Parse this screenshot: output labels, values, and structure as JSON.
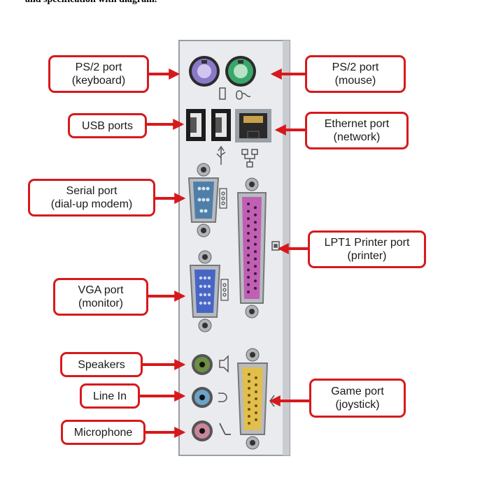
{
  "caption": "and specification with diagram.",
  "colors": {
    "callout_border": "#d7191c",
    "arrow": "#d7191c",
    "panel": "#e9ebee",
    "ps2_keyboard": "#8b78c8",
    "ps2_mouse": "#3aa76a",
    "serial": "#4f7fa8",
    "parallel": "#c15fb4",
    "vga": "#4766c4",
    "game": "#e2be4c",
    "jack_speakers": "#6d8f43",
    "jack_line_in": "#6aa4c8",
    "jack_mic": "#c9859a"
  },
  "callouts": {
    "ps2_keyboard": {
      "line1": "PS/2 port",
      "line2": "(keyboard)"
    },
    "ps2_mouse": {
      "line1": "PS/2 port",
      "line2": "(mouse)"
    },
    "usb": {
      "line1": "USB ports"
    },
    "ethernet": {
      "line1": "Ethernet port",
      "line2": "(network)"
    },
    "serial": {
      "line1": "Serial port",
      "line2": "(dial-up modem)"
    },
    "lpt1": {
      "line1": "LPT1 Printer port",
      "line2": "(printer)"
    },
    "vga": {
      "line1": "VGA port",
      "line2": "(monitor)"
    },
    "speakers": {
      "line1": "Speakers"
    },
    "line_in": {
      "line1": "Line In"
    },
    "microphone": {
      "line1": "Microphone"
    },
    "game_port": {
      "line1": "Game port",
      "line2": "(joystick)"
    }
  },
  "icons": [
    "keyboard-icon",
    "mouse-icon",
    "usb-icon",
    "network-icon",
    "serial-icon",
    "printer-icon",
    "vga-icon",
    "speaker-icon",
    "line-in-icon",
    "microphone-icon",
    "joystick-icon"
  ]
}
